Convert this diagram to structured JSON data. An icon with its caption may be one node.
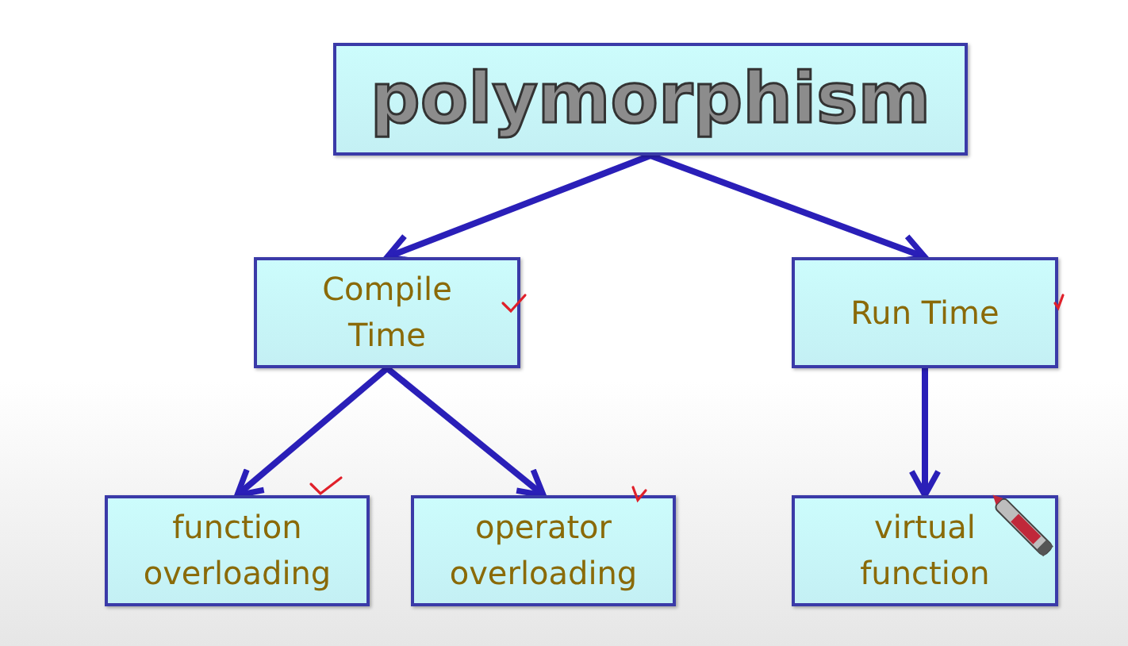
{
  "diagram": {
    "nodes": [
      {
        "text": [
          "polymorphism"
        ]
      },
      {
        "text": [
          "Compile Time"
        ]
      },
      {
        "text": [
          "Run Time"
        ]
      },
      {
        "text": [
          "function overloading"
        ]
      },
      {
        "text": [
          "operator overloading"
        ]
      },
      {
        "text": [
          "virtual function"
        ]
      }
    ],
    "edges": [
      {
        "from": 0,
        "to": 1,
        "arrow": "to"
      },
      {
        "from": 0,
        "to": 2,
        "arrow": "to"
      },
      {
        "from": 1,
        "to": 3,
        "arrow": "to"
      },
      {
        "from": 1,
        "to": 4,
        "arrow": "to"
      },
      {
        "from": 2,
        "to": 5,
        "arrow": "to"
      }
    ]
  }
}
